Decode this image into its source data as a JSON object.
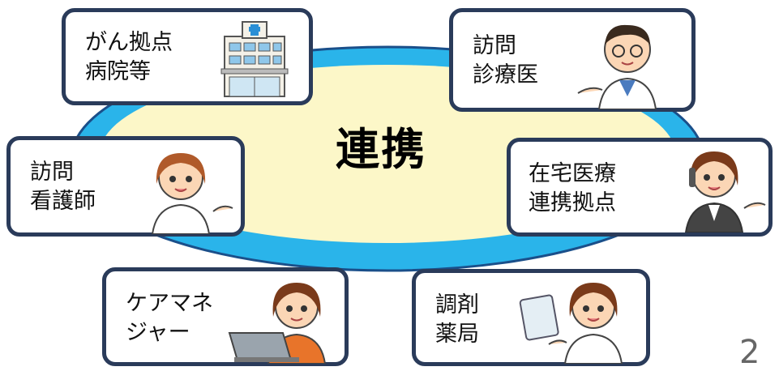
{
  "center_label": "連携",
  "cards": {
    "hospital": {
      "line1": "がん拠点",
      "line2": "病院等"
    },
    "visiting_doctor": {
      "line1": "訪問",
      "line2": "診療医"
    },
    "visiting_nurse": {
      "line1": "訪問",
      "line2": "看護師"
    },
    "home_care_hub": {
      "line1": "在宅医療",
      "line2": "連携拠点"
    },
    "care_manager": {
      "line1": "ケアマネ",
      "line2": "ジャー"
    },
    "pharmacy": {
      "line1": "調剤",
      "line2": "薬局"
    }
  },
  "page_number": "2",
  "colors": {
    "ellipse_outer": "#2ab4ea",
    "ellipse_inner": "#fcf7c8",
    "card_border": "#2a3b5a"
  }
}
